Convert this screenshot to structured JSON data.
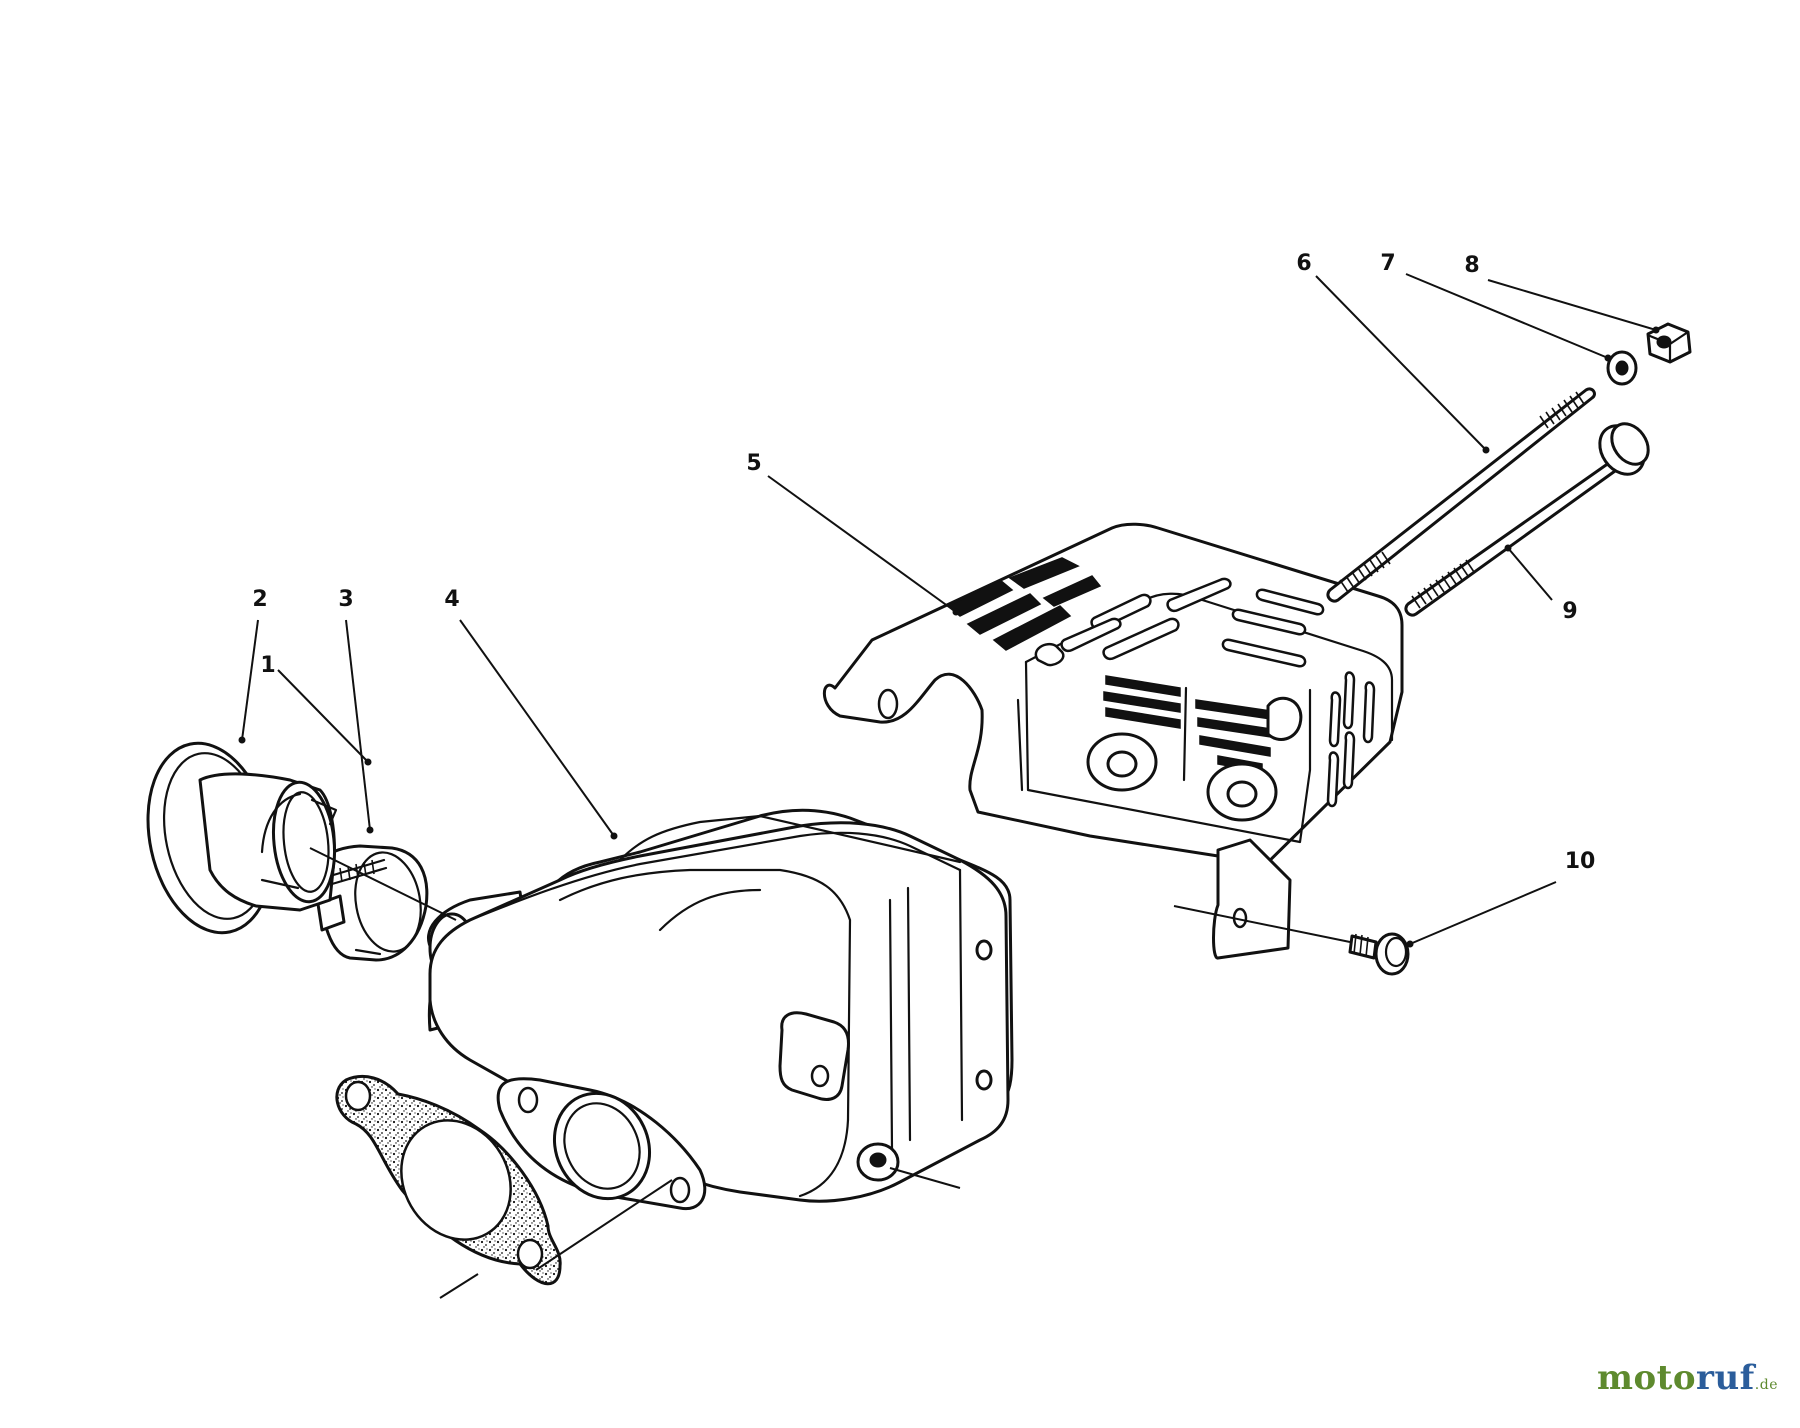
{
  "callouts": [
    {
      "id": "1",
      "label": "1"
    },
    {
      "id": "2",
      "label": "2"
    },
    {
      "id": "3",
      "label": "3"
    },
    {
      "id": "4",
      "label": "4"
    },
    {
      "id": "5",
      "label": "5"
    },
    {
      "id": "6",
      "label": "6"
    },
    {
      "id": "7",
      "label": "7"
    },
    {
      "id": "8",
      "label": "8"
    },
    {
      "id": "9",
      "label": "9"
    },
    {
      "id": "10",
      "label": "10"
    }
  ],
  "watermark": {
    "part1": "moto",
    "part2": "ruf",
    "suffix": ".de"
  },
  "colors": {
    "line": "#111111",
    "background": "#ffffff",
    "watermark_green": "#5e8a2e",
    "watermark_blue": "#2b5d9b"
  }
}
